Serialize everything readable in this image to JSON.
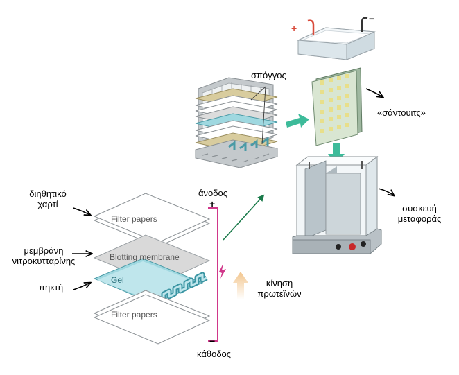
{
  "labels": {
    "sponge": "σπόγγος",
    "sandwich": "«σάντουιτς»",
    "transfer_device": [
      "συσκευή",
      "μεταφοράς"
    ],
    "filter_paper_gr": [
      "διηθητικό",
      "χαρτί"
    ],
    "membrane_gr": [
      "μεμβράνη",
      "νιτροκυτταρίνης"
    ],
    "gel_gr": "πηκτή",
    "anode": "άνοδος",
    "cathode": "κάθοδος",
    "protein_movement": [
      "κίνηση",
      "πρωτεϊνών"
    ]
  },
  "layers": {
    "filter_top": "Filter papers",
    "membrane": "Blotting membrane",
    "gel": "Gel",
    "filter_bottom": "Filter papers"
  },
  "signs": {
    "plus": "+",
    "minus": "−",
    "tank_plus": "+",
    "tank_minus": "−"
  },
  "colors": {
    "sponge": "#d8cc9e",
    "gel": "#9fd8e0",
    "membrane": "#d9d9d9",
    "frame": "#bfc3c6",
    "arrow_teal": "#3dbb9a",
    "electrode": "#d0378a",
    "arrow_green": "#1a7a4a",
    "protein_arrow": "#f2c58d"
  }
}
